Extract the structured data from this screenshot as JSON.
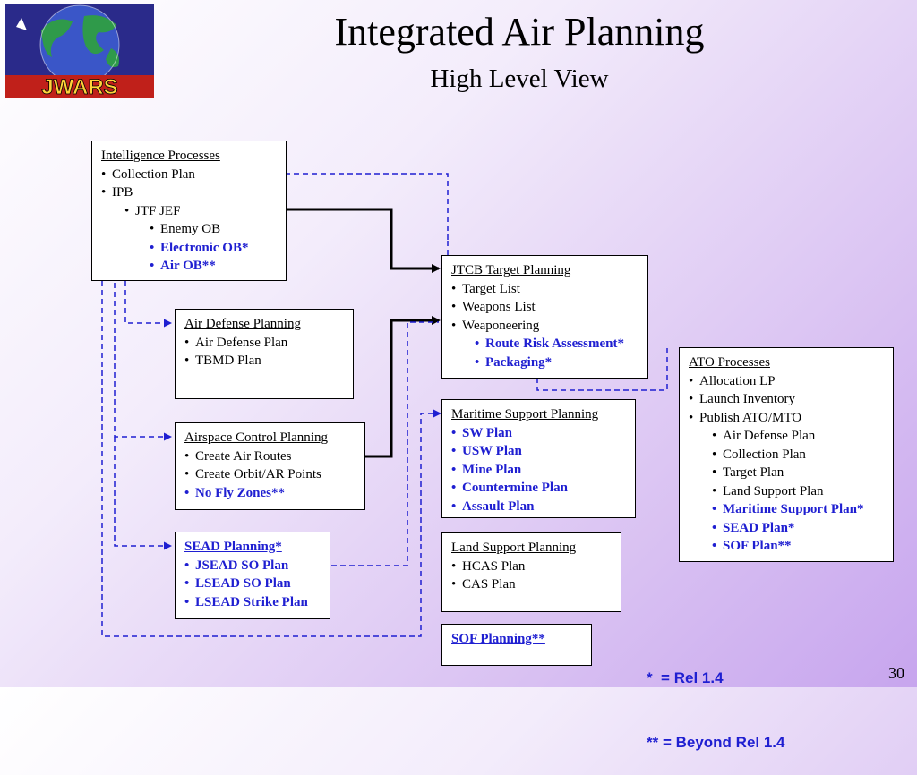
{
  "slide": {
    "title": "Integrated Air Planning",
    "subtitle": "High Level View",
    "page_number": "30",
    "logo_text": "JWARS"
  },
  "boxes": {
    "intel": {
      "title": "Intelligence Processes",
      "items": [
        "Collection Plan",
        "IPB",
        "JTF JEF",
        "Enemy OB",
        "Electronic OB*",
        "Air OB**"
      ]
    },
    "jtcb": {
      "title": "JTCB Target Planning",
      "items": [
        "Target List",
        "Weapons List",
        "Weaponeering",
        "Route Risk Assessment*",
        "Packaging*"
      ]
    },
    "air_defense": {
      "title": "Air Defense Planning",
      "items": [
        "Air Defense Plan",
        "TBMD Plan"
      ]
    },
    "ato": {
      "title": "ATO Processes",
      "items": [
        "Allocation LP",
        "Launch Inventory",
        "Publish ATO/MTO",
        "Air Defense Plan",
        "Collection Plan",
        "Target Plan",
        "Land Support Plan",
        "Maritime Support Plan*",
        "SEAD Plan*",
        "SOF Plan**"
      ]
    },
    "maritime": {
      "title": "Maritime Support Planning",
      "items": [
        "SW Plan",
        "USW Plan",
        "Mine Plan",
        "Countermine Plan",
        "Assault Plan"
      ]
    },
    "airspace": {
      "title": "Airspace Control Planning",
      "items": [
        "Create Air Routes",
        "Create Orbit/AR Points",
        "No Fly Zones**"
      ]
    },
    "sead": {
      "title": "SEAD Planning*",
      "items": [
        "JSEAD SO Plan",
        "LSEAD SO Plan",
        "LSEAD Strike Plan"
      ]
    },
    "land": {
      "title": "Land Support Planning",
      "items": [
        "HCAS Plan",
        "CAS Plan"
      ]
    },
    "sof": {
      "title": "SOF Planning**"
    }
  },
  "legend": {
    "line1": "*  = Rel 1.4",
    "line2": "** = Beyond Rel 1.4"
  },
  "colors": {
    "highlight": "#1f1fd1",
    "dashed_connector": "#1f1fd1",
    "solid_connector": "#000000",
    "background_end": "#c7a5ee"
  }
}
